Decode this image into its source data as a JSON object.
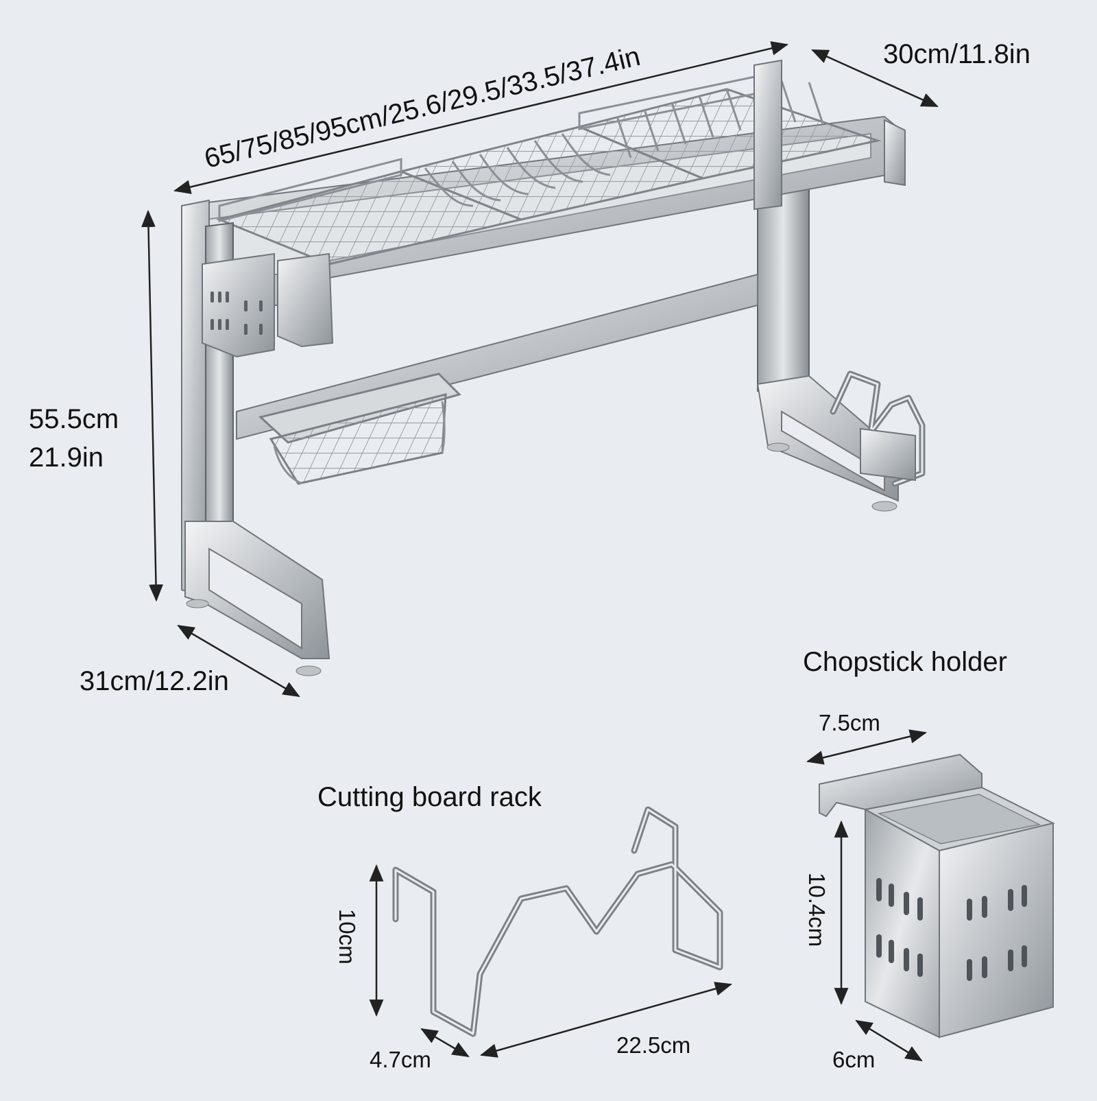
{
  "dimensions": {
    "overall_length": "65/75/85/95cm/25.6/29.5/33.5/37.4in",
    "top_depth": "30cm/11.8in",
    "height_cm": "55.5cm",
    "height_in": "21.9in",
    "base_depth": "31cm/12.2in"
  },
  "chopstick_holder": {
    "title": "Chopstick holder",
    "width": "7.5cm",
    "height": "10.4cm",
    "depth": "6cm"
  },
  "cutting_board_rack": {
    "title": "Cutting board rack",
    "height": "10cm",
    "depth": "4.7cm",
    "length": "22.5cm"
  },
  "colors": {
    "background": "#e9edf1",
    "steel": "#c9cdd1",
    "text": "#111111"
  }
}
